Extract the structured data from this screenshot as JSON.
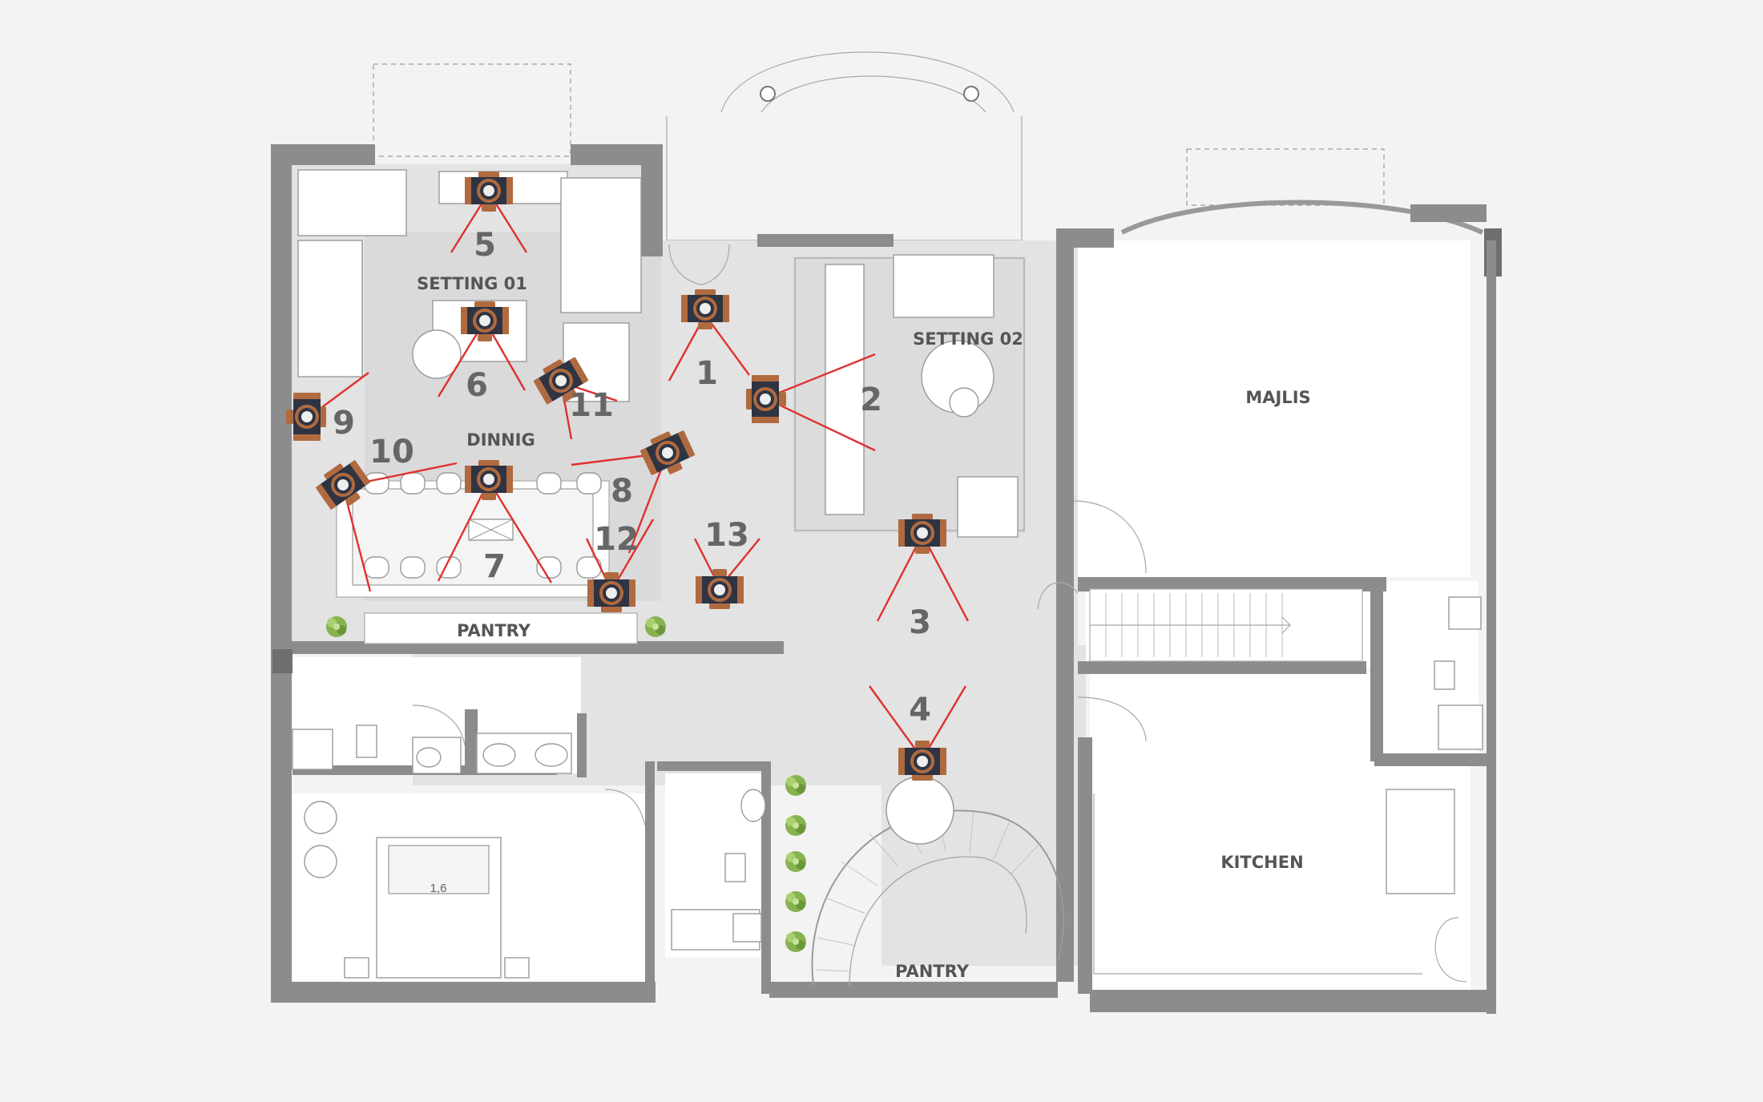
{
  "rooms": {
    "setting01": "SETTING 01",
    "setting02": "SETTING 02",
    "dinnig": "DINNIG",
    "majlis": "MAJLIS",
    "pantry_left": "PANTRY",
    "kitchen": "KITCHEN",
    "pantry_bottom": "PANTRY"
  },
  "bed_dimension": "1,6",
  "cameras": [
    {
      "id": "1",
      "label": "1"
    },
    {
      "id": "2",
      "label": "2"
    },
    {
      "id": "3",
      "label": "3"
    },
    {
      "id": "4",
      "label": "4"
    },
    {
      "id": "5",
      "label": "5"
    },
    {
      "id": "6",
      "label": "6"
    },
    {
      "id": "7",
      "label": "7"
    },
    {
      "id": "8",
      "label": "8"
    },
    {
      "id": "9",
      "label": "9"
    },
    {
      "id": "10",
      "label": "10"
    },
    {
      "id": "11",
      "label": "11"
    },
    {
      "id": "12",
      "label": "12"
    },
    {
      "id": "13",
      "label": "13"
    }
  ],
  "colors": {
    "camera_body": "#2f3443",
    "camera_accent": "#b06a3f",
    "view_cone": "#e03030",
    "wall": "#8c8c8c",
    "floor": "#e3e3e3",
    "plant": "#7fae4a"
  },
  "icons": {
    "camera": "camera-icon",
    "plant": "potted-plant-icon"
  }
}
